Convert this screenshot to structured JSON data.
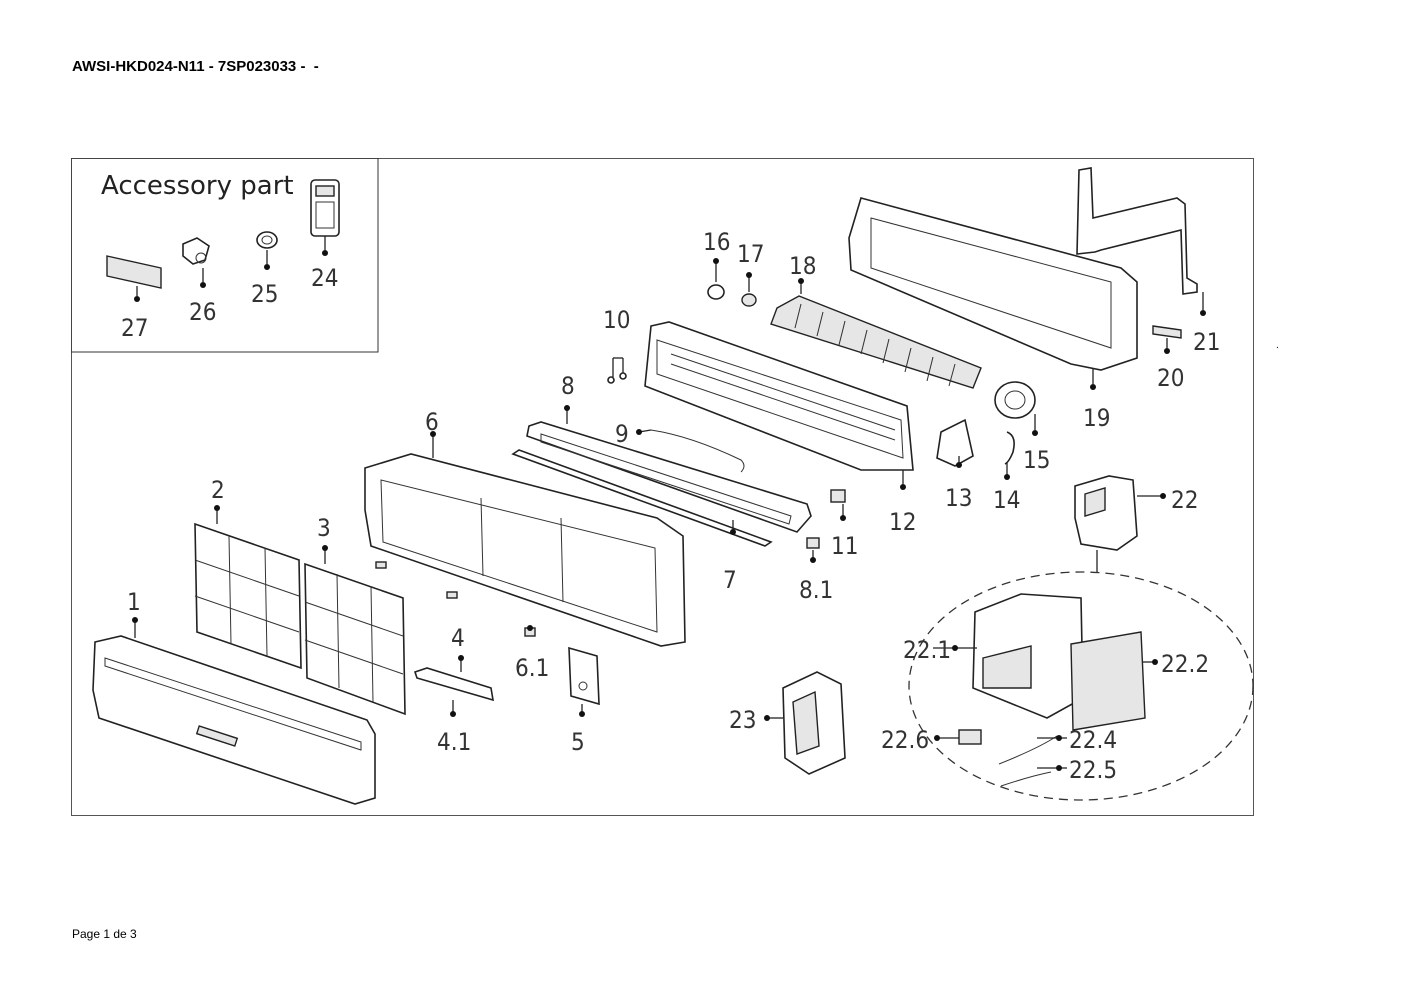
{
  "document": {
    "title": "AWSI-HKD024-N11 - 7SP023033 -  -",
    "footer": "Page 1 de 3",
    "stray_mark": "."
  },
  "accessory_box": {
    "heading": "Accessory part",
    "labels": [
      "27",
      "26",
      "25",
      "24"
    ]
  },
  "parts": {
    "p1": "1",
    "p2": "2",
    "p3": "3",
    "p4": "4",
    "p4_1": "4.1",
    "p5": "5",
    "p6": "6",
    "p6_1": "6.1",
    "p7": "7",
    "p8": "8",
    "p8_1": "8.1",
    "p9": "9",
    "p10": "10",
    "p11": "11",
    "p12": "12",
    "p13": "13",
    "p14": "14",
    "p15": "15",
    "p16": "16",
    "p17": "17",
    "p18": "18",
    "p19": "19",
    "p20": "20",
    "p21": "21",
    "p22": "22",
    "p22_1": "22.1",
    "p22_2": "22.2",
    "p22_4": "22.4",
    "p22_5": "22.5",
    "p22_6": "22.6",
    "p23": "23"
  }
}
